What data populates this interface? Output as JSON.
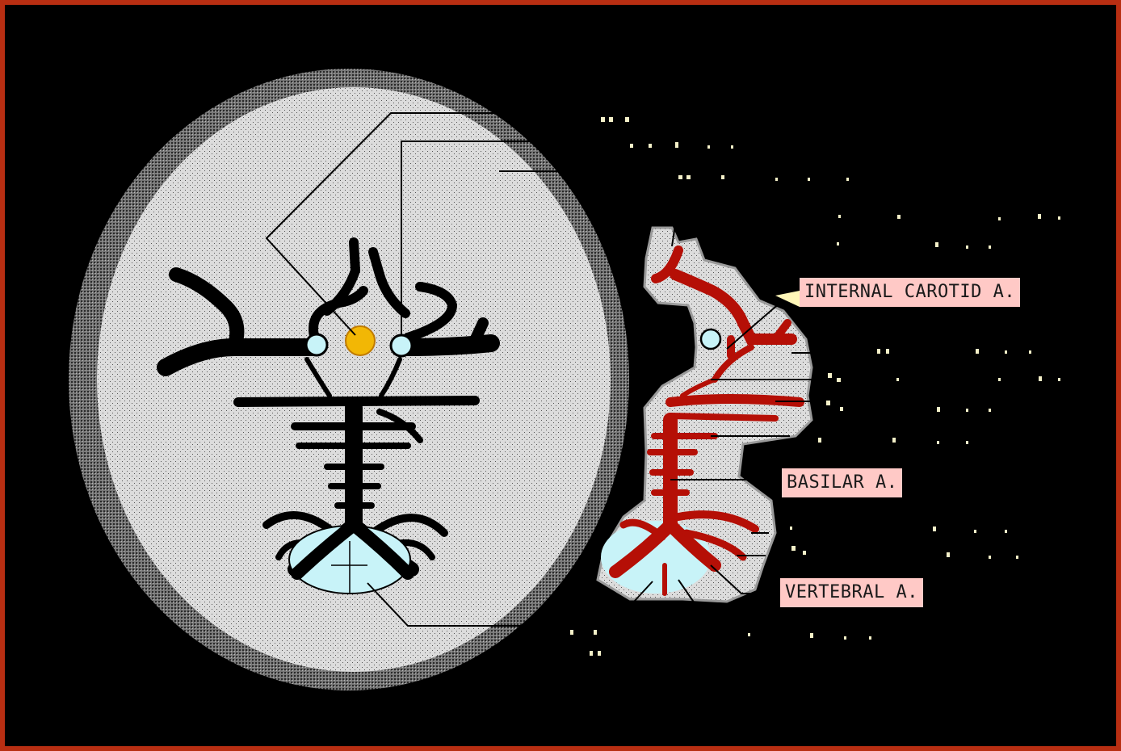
{
  "labels": {
    "internal_carotid": "INTERNAL CAROTID A.",
    "basilar": "BASILAR A.",
    "vertebral": "VERTEBRAL A."
  },
  "colors": {
    "frame": "#b82e12",
    "background": "#000000",
    "brain_fill": "#d9d9d9",
    "brain_rim": "#8a8a8a",
    "vessels_left": "#000000",
    "vessels_right": "#b50f06",
    "medulla": "#c8f3f8",
    "pituitary": "#f2b705",
    "label_bg": "#ffc9c6"
  }
}
